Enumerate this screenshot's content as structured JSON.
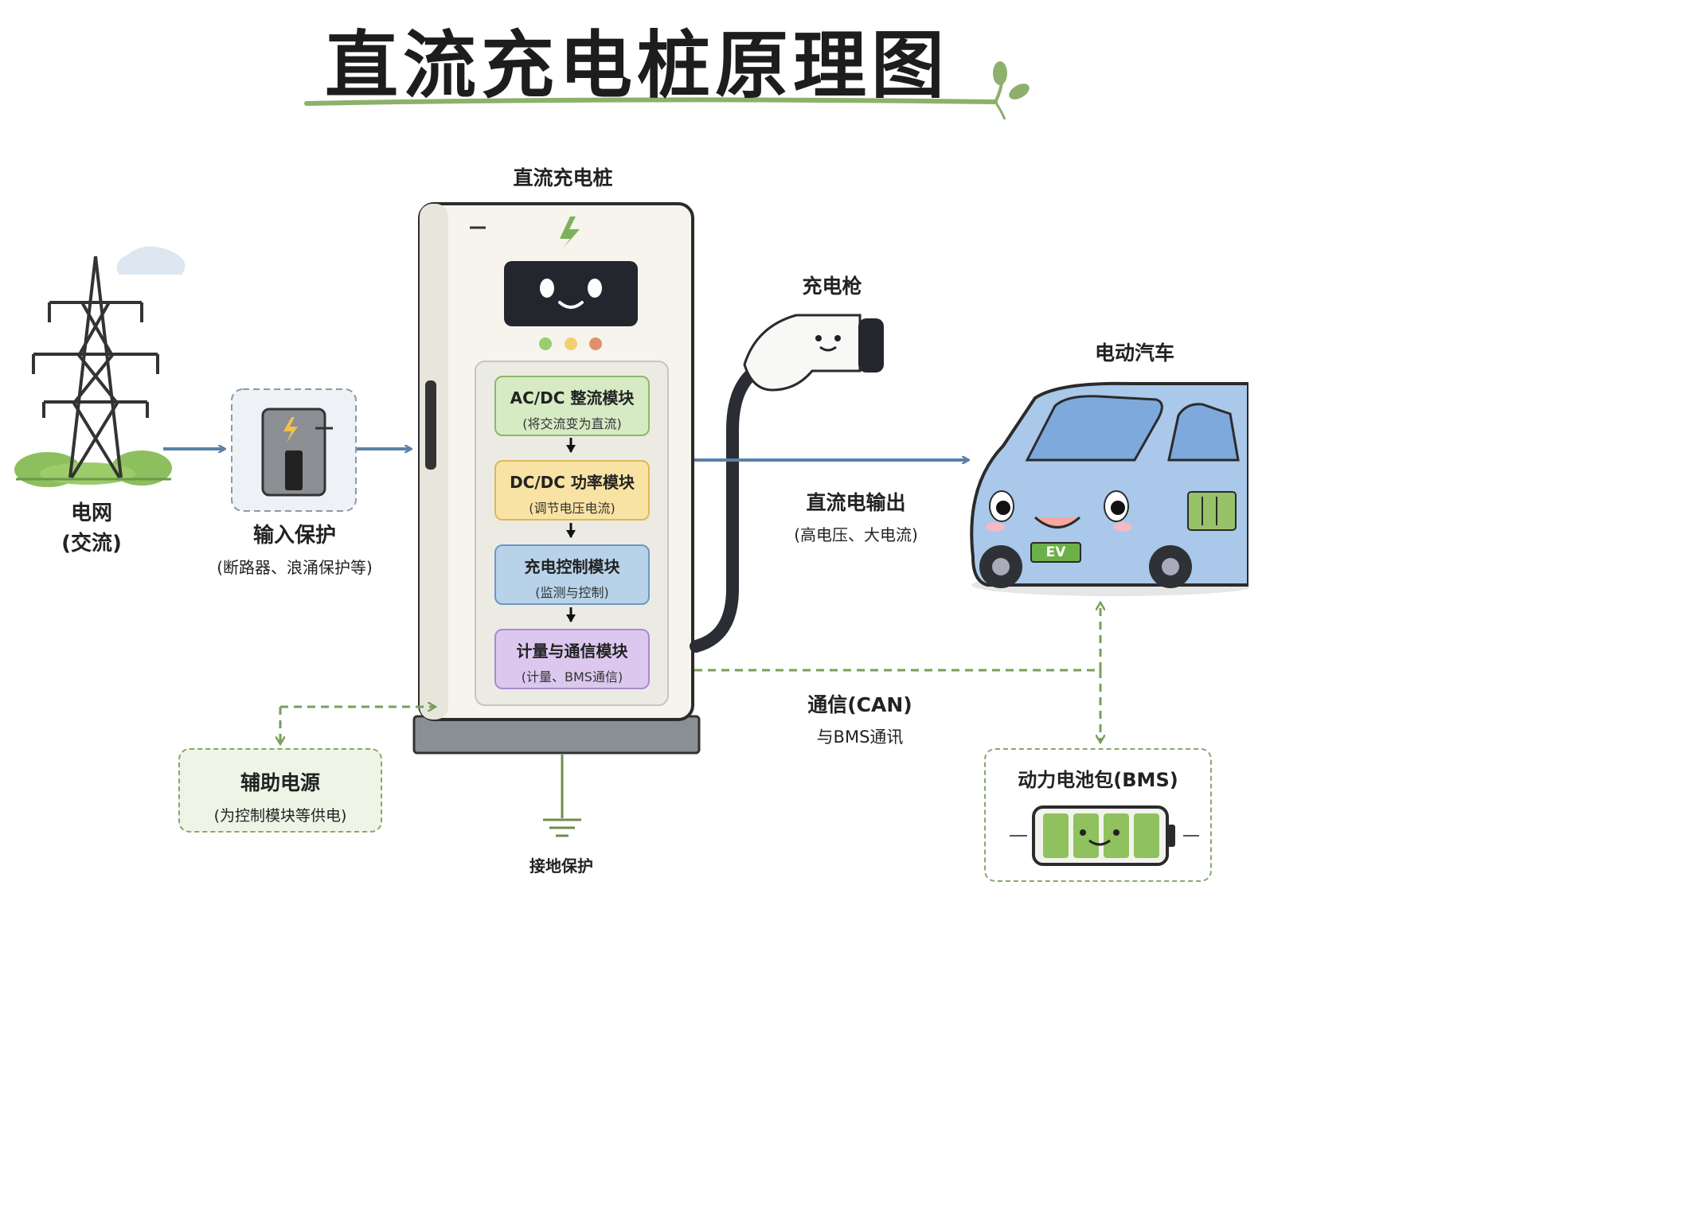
{
  "title": "直流充电桩原理图",
  "pile": {
    "label": "直流充电桩"
  },
  "modules": [
    {
      "name": "AC/DC 整流模块",
      "sub": "(将交流变为直流)"
    },
    {
      "name": "DC/DC 功率模块",
      "sub": "(调节电压电流)"
    },
    {
      "name": "充电控制模块",
      "sub": "(监测与控制)"
    },
    {
      "name": "计量与通信模块",
      "sub": "(计量、BMS通信)"
    }
  ],
  "grid": {
    "line1": "电网",
    "line2": "(交流)"
  },
  "input_protection": {
    "line1": "输入保护",
    "line2": "(断路器、浪涌保护等)"
  },
  "gun": {
    "label": "充电枪"
  },
  "ev": {
    "label": "电动汽车",
    "plate": "EV"
  },
  "dc_output": {
    "line1": "直流电输出",
    "line2": "(高电压、大电流)"
  },
  "communication": {
    "line1": "通信(CAN)",
    "line2": "与BMS通讯"
  },
  "aux_power": {
    "line1": "辅助电源",
    "line2": "(为控制模块等供电)"
  },
  "battery": {
    "label": "动力电池包(BMS)"
  },
  "ground": {
    "label": "接地保护"
  },
  "colors": {
    "arrow_blue": "#5b82a6",
    "dashed_green": "#7a9e5a",
    "mod_green": "#d6ebc4",
    "mod_yellow": "#f9e3a4",
    "mod_blue": "#b8d2ea",
    "mod_purple": "#dcc8ef"
  }
}
